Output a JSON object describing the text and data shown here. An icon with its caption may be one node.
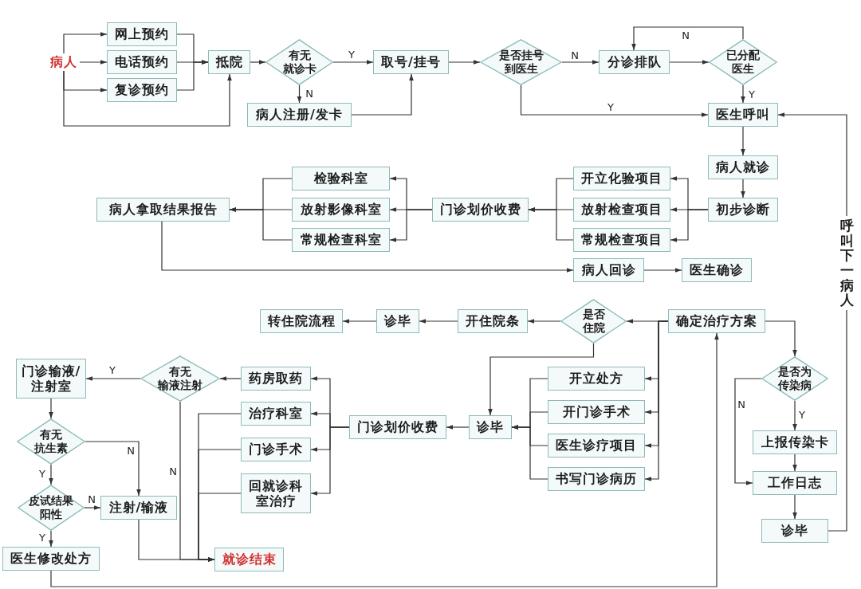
{
  "diagram": {
    "nodes": [
      {
        "text": [
          "病人"
        ]
      },
      {
        "text": [
          "网上预约"
        ]
      },
      {
        "text": [
          "电话预约"
        ]
      },
      {
        "text": [
          "复诊预约"
        ]
      },
      {
        "text": [
          "抵院"
        ]
      },
      {
        "text": [
          "有无就诊卡"
        ]
      },
      {
        "text": [
          "取号/挂号"
        ]
      },
      {
        "text": [
          "病人注册/发卡"
        ]
      },
      {
        "text": [
          "是否挂号到医生"
        ]
      },
      {
        "text": [
          "分诊排队"
        ]
      },
      {
        "text": [
          "已分配医生"
        ]
      },
      {
        "text": [
          "医生呼叫"
        ]
      },
      {
        "text": [
          "病人就诊"
        ]
      },
      {
        "text": [
          "初步诊断"
        ]
      },
      {
        "text": [
          "开立化验项目"
        ]
      },
      {
        "text": [
          "放射检查项目"
        ]
      },
      {
        "text": [
          "常规检查项目"
        ]
      },
      {
        "text": [
          "门诊划价收费"
        ]
      },
      {
        "text": [
          "检验科室"
        ]
      },
      {
        "text": [
          "放射影像科室"
        ]
      },
      {
        "text": [
          "常规检查科室"
        ]
      },
      {
        "text": [
          "病人拿取结果报告"
        ]
      },
      {
        "text": [
          "病人回诊"
        ]
      },
      {
        "text": [
          "医生确诊"
        ]
      },
      {
        "text": [
          "确定治疗方案"
        ]
      },
      {
        "text": [
          "是否住院"
        ]
      },
      {
        "text": [
          "开住院条"
        ]
      },
      {
        "text": [
          "诊毕"
        ]
      },
      {
        "text": [
          "转住院流程"
        ]
      },
      {
        "text": [
          "开立处方"
        ]
      },
      {
        "text": [
          "开门诊手术"
        ]
      },
      {
        "text": [
          "医生诊疗项目"
        ]
      },
      {
        "text": [
          "书写门诊病历"
        ]
      },
      {
        "text": [
          "诊毕"
        ]
      },
      {
        "text": [
          "门诊划价收费"
        ]
      },
      {
        "text": [
          "药房取药"
        ]
      },
      {
        "text": [
          "治疗科室"
        ]
      },
      {
        "text": [
          "门诊手术"
        ]
      },
      {
        "text": [
          "回就诊科室治疗"
        ]
      },
      {
        "text": [
          "有无输液注射"
        ]
      },
      {
        "text": [
          "门诊输液/注射室"
        ]
      },
      {
        "text": [
          "有无抗生素"
        ]
      },
      {
        "text": [
          "皮试结果阳性"
        ]
      },
      {
        "text": [
          "注射/输液"
        ]
      },
      {
        "text": [
          "医生修改处方"
        ]
      },
      {
        "text": [
          "就诊结束"
        ]
      },
      {
        "text": [
          "是否为传染病"
        ]
      },
      {
        "text": [
          "上报传染卡"
        ]
      },
      {
        "text": [
          "工作日志"
        ]
      },
      {
        "text": [
          "诊毕"
        ]
      }
    ],
    "edges": [
      {
        "from": 0,
        "to": 1,
        "arrow": "to"
      },
      {
        "from": 0,
        "to": 2,
        "arrow": "to"
      },
      {
        "from": 0,
        "to": 3,
        "arrow": "to"
      },
      {
        "from": 0,
        "to": 4,
        "arrow": "to"
      },
      {
        "from": 1,
        "to": 4,
        "arrow": "to"
      },
      {
        "from": 2,
        "to": 4,
        "arrow": "to"
      },
      {
        "from": 3,
        "to": 4,
        "arrow": "to"
      },
      {
        "from": 4,
        "to": 5,
        "arrow": "to"
      },
      {
        "from": 5,
        "to": 6,
        "arrow": "to",
        "label": "Y"
      },
      {
        "from": 5,
        "to": 7,
        "arrow": "to",
        "label": "N"
      },
      {
        "from": 7,
        "to": 6,
        "arrow": "to"
      },
      {
        "from": 6,
        "to": 8,
        "arrow": "to"
      },
      {
        "from": 8,
        "to": 9,
        "arrow": "to",
        "label": "N"
      },
      {
        "from": 8,
        "to": 11,
        "arrow": "to",
        "label": "Y"
      },
      {
        "from": 9,
        "to": 10,
        "arrow": "to"
      },
      {
        "from": 10,
        "to": 9,
        "arrow": "to",
        "label": "N"
      },
      {
        "from": 10,
        "to": 11,
        "arrow": "to",
        "label": "Y"
      },
      {
        "from": 11,
        "to": 12,
        "arrow": "to"
      },
      {
        "from": 12,
        "to": 13,
        "arrow": "to"
      },
      {
        "from": 13,
        "to": 14,
        "arrow": "to"
      },
      {
        "from": 13,
        "to": 15,
        "arrow": "to"
      },
      {
        "from": 13,
        "to": 16,
        "arrow": "to"
      },
      {
        "from": 14,
        "to": 17,
        "arrow": "to"
      },
      {
        "from": 15,
        "to": 17,
        "arrow": "to"
      },
      {
        "from": 16,
        "to": 17,
        "arrow": "to"
      },
      {
        "from": 17,
        "to": 18,
        "arrow": "to"
      },
      {
        "from": 17,
        "to": 19,
        "arrow": "to"
      },
      {
        "from": 17,
        "to": 20,
        "arrow": "to"
      },
      {
        "from": 18,
        "to": 21,
        "arrow": "to"
      },
      {
        "from": 19,
        "to": 21,
        "arrow": "to"
      },
      {
        "from": 20,
        "to": 21,
        "arrow": "to"
      },
      {
        "from": 21,
        "to": 22,
        "arrow": "to"
      },
      {
        "from": 22,
        "to": 23,
        "arrow": "to"
      },
      {
        "from": 24,
        "to": 25,
        "arrow": "to"
      },
      {
        "from": 24,
        "to": 29,
        "arrow": "to"
      },
      {
        "from": 24,
        "to": 30,
        "arrow": "to"
      },
      {
        "from": 24,
        "to": 31,
        "arrow": "to"
      },
      {
        "from": 24,
        "to": 32,
        "arrow": "to"
      },
      {
        "from": 24,
        "to": 46,
        "arrow": "to"
      },
      {
        "from": 25,
        "to": 26,
        "arrow": "to"
      },
      {
        "from": 26,
        "to": 27,
        "arrow": "to"
      },
      {
        "from": 27,
        "to": 28,
        "arrow": "to"
      },
      {
        "from": 25,
        "to": 33,
        "arrow": "to"
      },
      {
        "from": 29,
        "to": 33,
        "arrow": "to"
      },
      {
        "from": 30,
        "to": 33,
        "arrow": "to"
      },
      {
        "from": 31,
        "to": 33,
        "arrow": "to"
      },
      {
        "from": 32,
        "to": 33,
        "arrow": "to"
      },
      {
        "from": 33,
        "to": 34,
        "arrow": "to"
      },
      {
        "from": 34,
        "to": 35,
        "arrow": "to"
      },
      {
        "from": 34,
        "to": 36,
        "arrow": "to"
      },
      {
        "from": 34,
        "to": 37,
        "arrow": "to"
      },
      {
        "from": 34,
        "to": 38,
        "arrow": "to"
      },
      {
        "from": 35,
        "to": 39,
        "arrow": "to"
      },
      {
        "from": 39,
        "to": 40,
        "arrow": "to",
        "label": "Y"
      },
      {
        "from": 39,
        "to": 45,
        "arrow": "to",
        "label": "N"
      },
      {
        "from": 36,
        "to": 45,
        "arrow": "to"
      },
      {
        "from": 37,
        "to": 45,
        "arrow": "to"
      },
      {
        "from": 38,
        "to": 45,
        "arrow": "to"
      },
      {
        "from": 40,
        "to": 41,
        "arrow": "to"
      },
      {
        "from": 41,
        "to": 42,
        "arrow": "to",
        "label": "Y"
      },
      {
        "from": 41,
        "to": 43,
        "arrow": "to",
        "label": "N"
      },
      {
        "from": 42,
        "to": 43,
        "arrow": "to",
        "label": "N"
      },
      {
        "from": 42,
        "to": 44,
        "arrow": "to",
        "label": "Y"
      },
      {
        "from": 43,
        "to": 45,
        "arrow": "to"
      },
      {
        "from": 44,
        "to": 24,
        "arrow": "to"
      },
      {
        "from": 46,
        "to": 47,
        "arrow": "to",
        "label": "Y"
      },
      {
        "from": 46,
        "to": 48,
        "arrow": "to",
        "label": "N"
      },
      {
        "from": 47,
        "to": 48,
        "arrow": "to"
      },
      {
        "from": 48,
        "to": 49,
        "arrow": "to"
      },
      {
        "from": 49,
        "to": 11,
        "arrow": "to",
        "label": "呼叫下一病人"
      }
    ]
  }
}
